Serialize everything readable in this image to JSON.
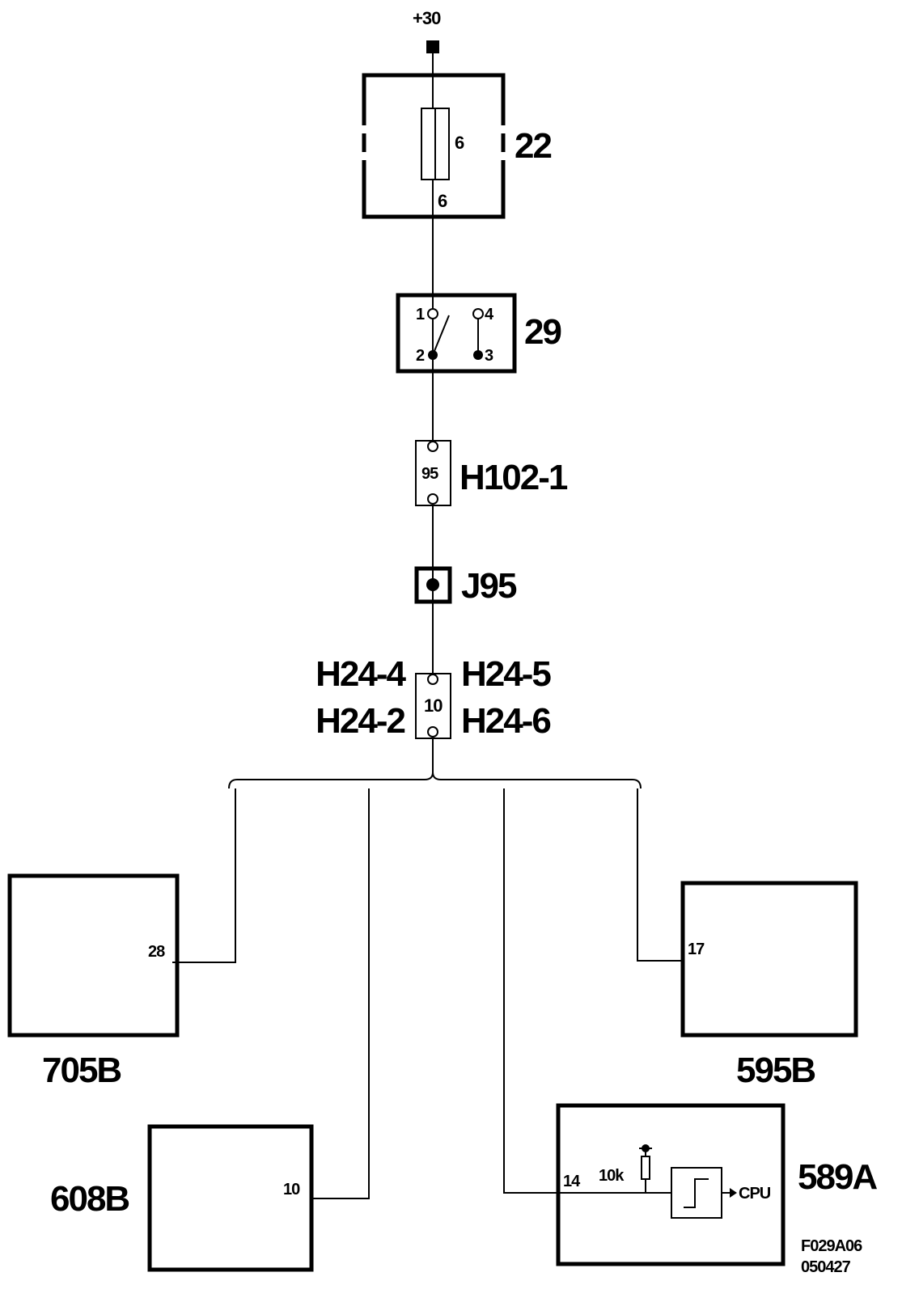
{
  "supply": {
    "label": "+30"
  },
  "fusebox": {
    "label": "22",
    "fuse_rating": "6",
    "pin": "6"
  },
  "relay": {
    "label": "29",
    "pin1": "1",
    "pin2": "2",
    "pin3": "3",
    "pin4": "4"
  },
  "connector_h102": {
    "label": "H102-1",
    "pin": "95"
  },
  "junction": {
    "label": "J95"
  },
  "connector_h24": {
    "labels_left": [
      "H24-4",
      "H24-2"
    ],
    "labels_right": [
      "H24-5",
      "H24-6"
    ],
    "pin": "10"
  },
  "modules": {
    "m705b": {
      "label": "705B",
      "pin": "28"
    },
    "m595b": {
      "label": "595B",
      "pin": "17"
    },
    "m608b": {
      "label": "608B",
      "pin": "10"
    },
    "m589a": {
      "label": "589A",
      "pin": "14",
      "resistor": "10k",
      "output": "CPU"
    }
  },
  "footer": {
    "code": "F029A06",
    "date": "050427"
  }
}
